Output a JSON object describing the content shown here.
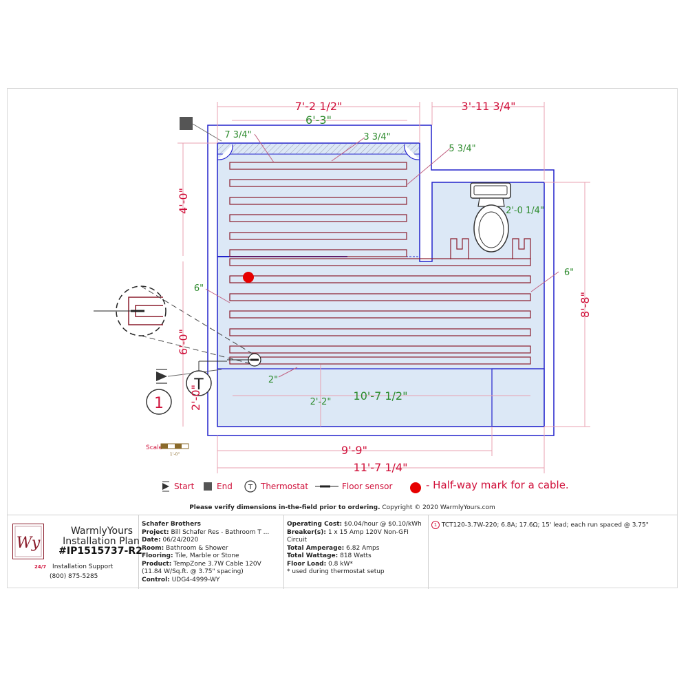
{
  "dimensions": {
    "overall_top": "7'-2 1/2\"",
    "inner_top": "6'-3\"",
    "right_top": "3'-11 3/4\"",
    "left_upper": "4'-0\"",
    "left_lower": "6'-0\"",
    "left_bottom": "2'-0\"",
    "right_side": "8'-8\"",
    "bottom_inner": "9'-9\"",
    "bottom_overall": "11'-7 1/4\"",
    "cable_run": "10'-7 1/2\""
  },
  "offsets": {
    "o1": "7 3/4\"",
    "o2": "3 3/4\"",
    "o3": "5 3/4\"",
    "o4": "2'-0 1/4\"",
    "o5": "6\"",
    "o6": "6\"",
    "o7": "2\"",
    "o8": "2'-2\""
  },
  "scale": {
    "label": "Scale",
    "value": "1'-0\""
  },
  "thermostat_symbol": "T",
  "circuit_number": "1",
  "legend": {
    "start": "Start",
    "end": "End",
    "thermostat": "Thermostat",
    "thermostat_symbol": "T",
    "floor_sensor": "Floor sensor",
    "halfway": "- Half-way mark for a cable."
  },
  "colors": {
    "wall": "#2222cc",
    "cable": "#8a1c2b",
    "floor_fill": "#dce8f6",
    "dimension_red": "#d0103a",
    "dimension_green": "#2e8b2e",
    "halfway_mark": "#e60000"
  },
  "footer": {
    "verify_note": "Please verify dimensions in-the-field prior to ordering.",
    "copyright": "Copyright © 2020 WarmlyYours.com"
  },
  "brand": {
    "logo_text": "Wy",
    "name": "WarmlyYours",
    "plan_title": "Installation Plan",
    "plan_number": "#IP1515737-R2",
    "support_badge": "24/7",
    "support_label": "Installation Support",
    "phone": "(800) 875-5285"
  },
  "project": {
    "company": "Schafer Brothers",
    "project_label": "Project:",
    "project": "Bill Schafer Res - Bathroom T ...",
    "date_label": "Date:",
    "date": "06/24/2020",
    "room_label": "Room:",
    "room": "Bathroom & Shower",
    "flooring_label": "Flooring:",
    "flooring": "Tile, Marble or Stone",
    "product_label": "Product:",
    "product": "TempZone 3.7W Cable 120V (11.84 W/Sq.ft. @ 3.75\" spacing)",
    "control_label": "Control:",
    "control": "UDG4-4999-WY"
  },
  "electrical": {
    "operating_cost_label": "Operating Cost:",
    "operating_cost": "$0.04/hour @ $0.10/kWh",
    "breaker_label": "Breaker(s):",
    "breaker": "1 x 15 Amp 120V Non-GFI Circuit",
    "amperage_label": "Total Amperage:",
    "amperage": "6.82 Amps",
    "wattage_label": "Total Wattage:",
    "wattage": "818 Watts",
    "floor_load_label": "Floor Load:",
    "floor_load": "0.8 kW*",
    "footnote": "* used during thermostat setup"
  },
  "cable_spec": {
    "circuit": "1",
    "text": "TCT120-3.7W-220; 6.8A; 17.6Ω; 15' lead; each run spaced @ 3.75\""
  }
}
